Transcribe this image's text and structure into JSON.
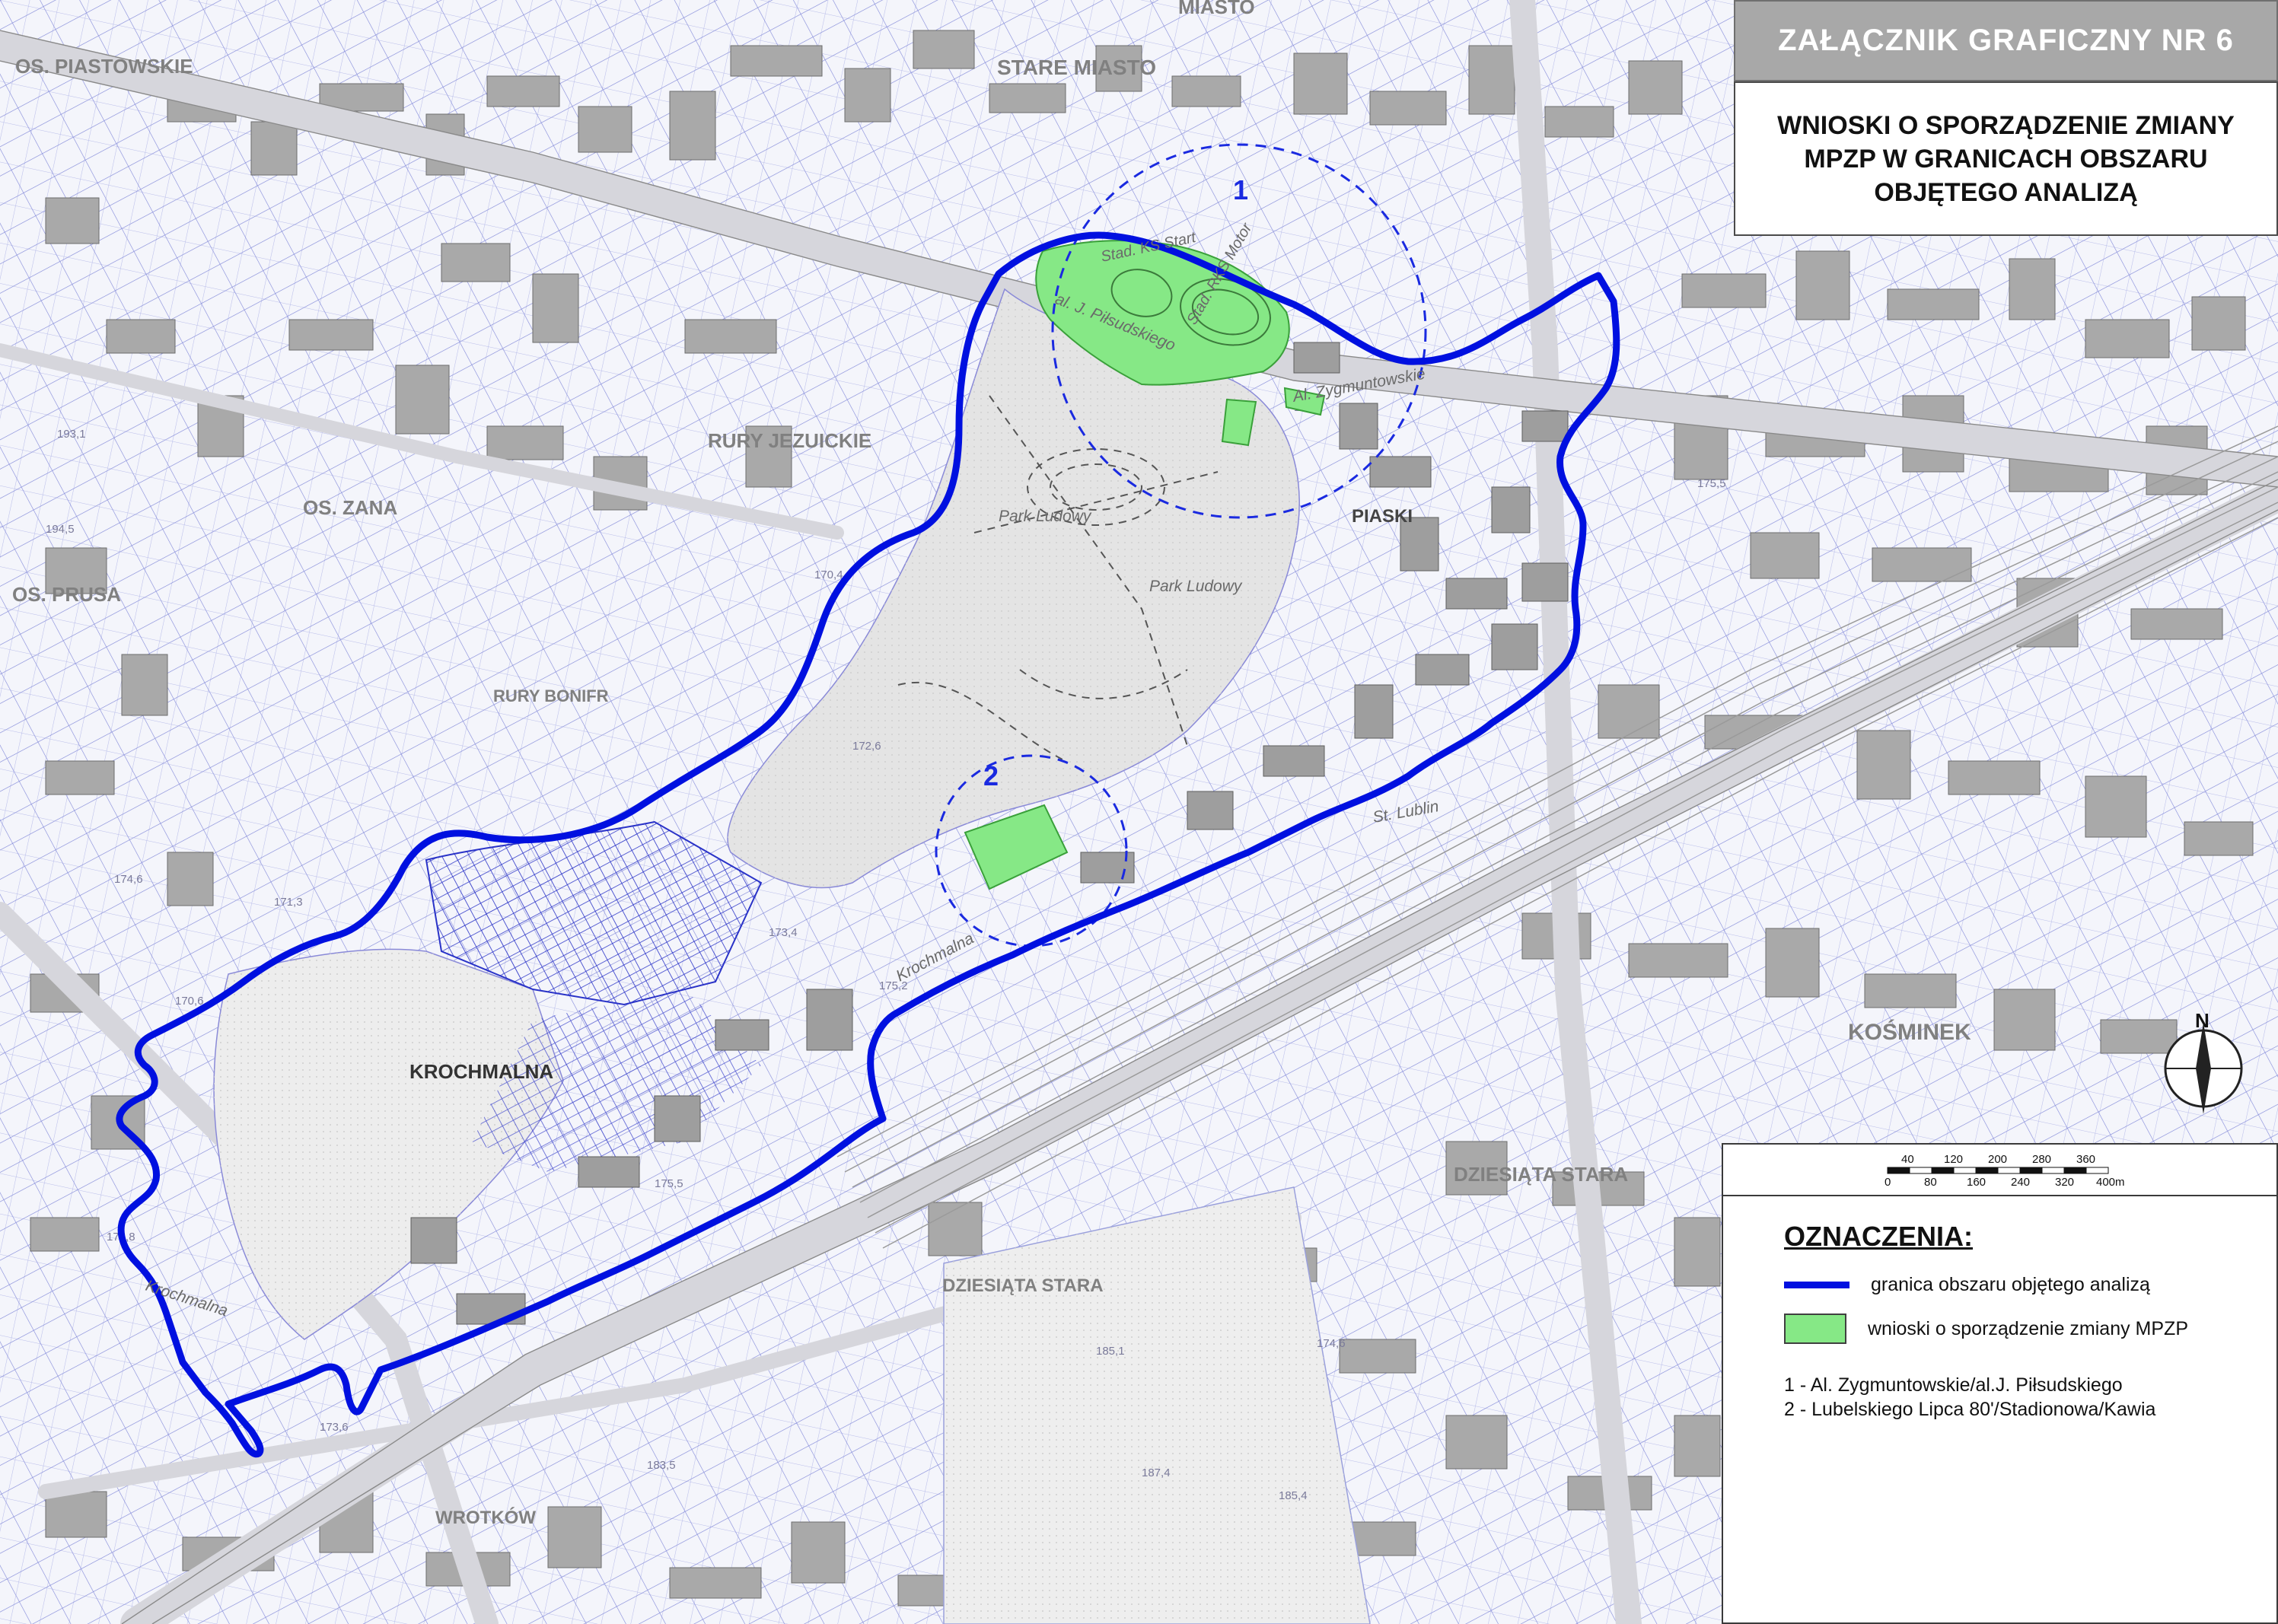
{
  "header": {
    "title": "ZAŁĄCZNIK  GRAFICZNY  NR 6",
    "subtitle_lines": [
      "WNIOSKI O SPORZĄDZENIE ZMIANY",
      "MPZP W GRANICACH OBSZARU",
      "OBJĘTEGO ANALIZĄ"
    ]
  },
  "legend": {
    "title": "OZNACZENIA:",
    "items": [
      {
        "label": "granica obszaru objętego analizą",
        "color": "#0010e0"
      },
      {
        "label": "wnioski o sporządzenie zmiany MPZP",
        "color": "#86e886"
      }
    ],
    "notes": [
      "1 - Al. Zygmuntowskie/al.J. Piłsudskiego",
      "2 - Lubelskiego Lipca 80'/Stadionowa/Kawia"
    ]
  },
  "scale": {
    "top_ticks": [
      "40",
      "120",
      "200",
      "280",
      "360"
    ],
    "bottom_ticks": [
      "0",
      "80",
      "160",
      "240",
      "320",
      "400m"
    ]
  },
  "compass": {
    "label": "N"
  },
  "map": {
    "places": {
      "os_piastowskie": "OS. PIASTOWSKIE",
      "stare_miasto": "STARE MIASTO",
      "miasto": "MIASTO",
      "rury_jezuickie": "RURY JEZUICKIE",
      "os_zana": "OS. ZANA",
      "os_prusa": "OS. PRUSA",
      "rury_bonifraterskie": "RURY BONIFR",
      "piaski": "PIASKI",
      "krochmalna": "KROCHMALNA",
      "kosminek": "KOŚMINEK",
      "dziesiata_stara": "DZIESIĄTA STARA",
      "dziesiata_stara_2": "DZIESIĄTA STARA",
      "wrotkow": "WROTKÓW"
    },
    "streets": {
      "al_zygmuntowskie": "Al. Zygmuntowskie",
      "pilsudskiego": "al. J. Piłsudskiego",
      "krochmalna_st": "Krochmalna",
      "krochmalna_st2": "Krochmalna",
      "park_ludowy": "Park Ludowy",
      "park_ludowy_2": "Park Ludowy",
      "stad_ks_start": "Stad. KS Start",
      "stad_rks_motor": "Stad. RKS Motor",
      "st_lublin": "St. Lublin"
    },
    "site_labels": {
      "site1": "1",
      "site2": "2"
    },
    "spot_heights": [
      "193,1",
      "194,5",
      "172,6",
      "170,4",
      "170,6",
      "171,3",
      "174,6",
      "173,6",
      "175,8",
      "173,4",
      "175,2",
      "175,5",
      "173,6",
      "185,1",
      "183,5",
      "187,4",
      "185,4",
      "175,5",
      "174,6"
    ]
  }
}
